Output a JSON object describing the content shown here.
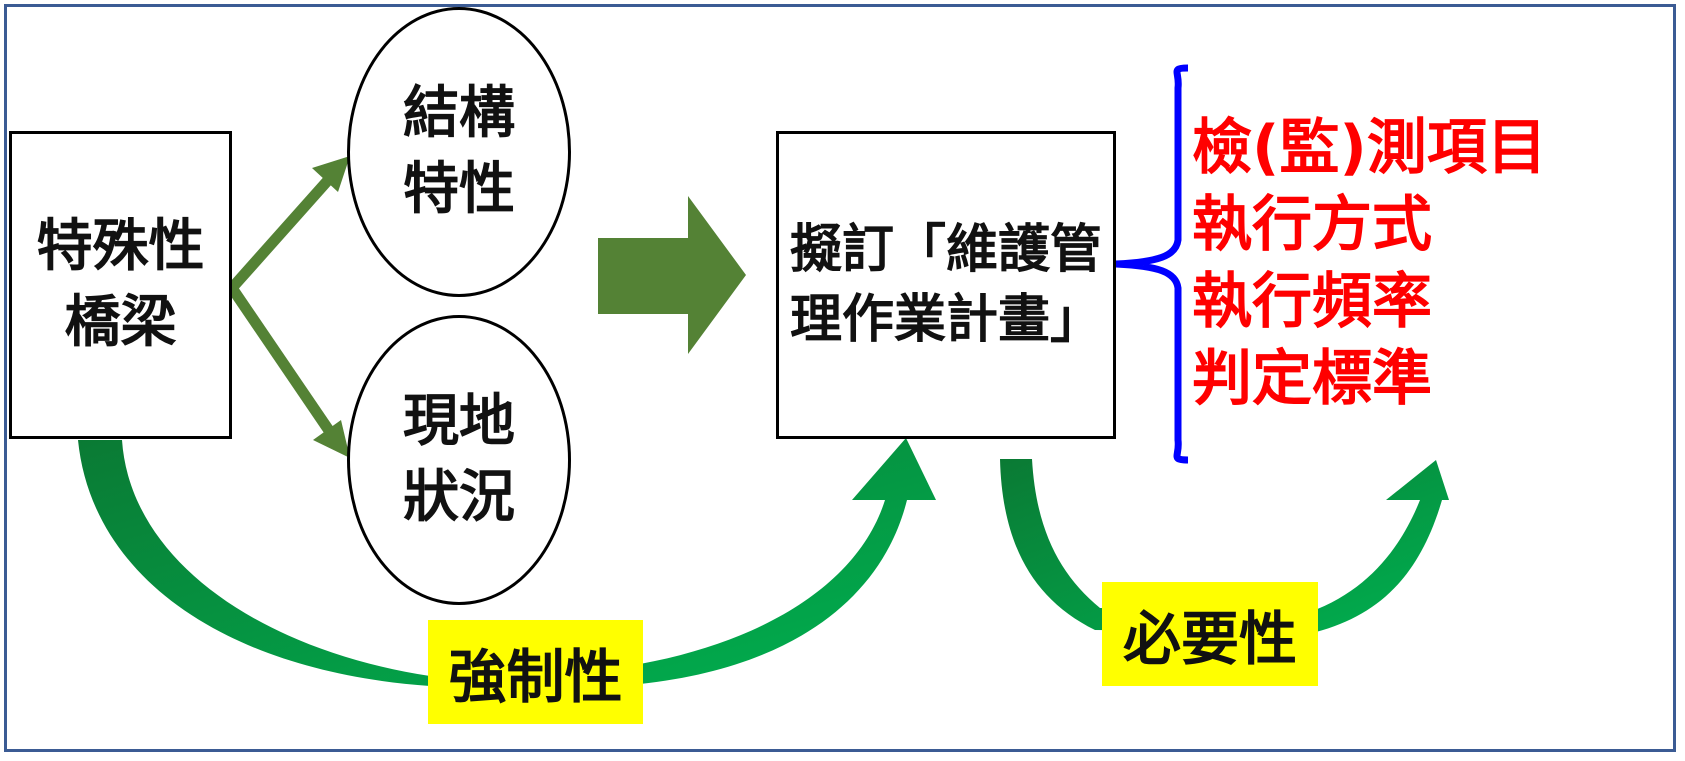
{
  "nodes": {
    "special_bridge": "特殊性\n橋梁",
    "structural_characteristics": "結構\n特性",
    "site_conditions": "現地\n狀況",
    "maintenance_plan": "擬訂「維護管\n理作業計畫」"
  },
  "plan_items": [
    "檢(監)測項目",
    "執行方式",
    "執行頻率",
    "判定標準"
  ],
  "labels": {
    "mandatory": "強制性",
    "necessity": "必要性"
  },
  "colors": {
    "frame_border": "#3b5b94",
    "dark_green_arrow": "#548235",
    "curved_arrow_green": "#00b050",
    "brace_blue": "#0000ff",
    "item_text_red": "#ff0000",
    "label_bg_yellow": "#ffff00"
  }
}
